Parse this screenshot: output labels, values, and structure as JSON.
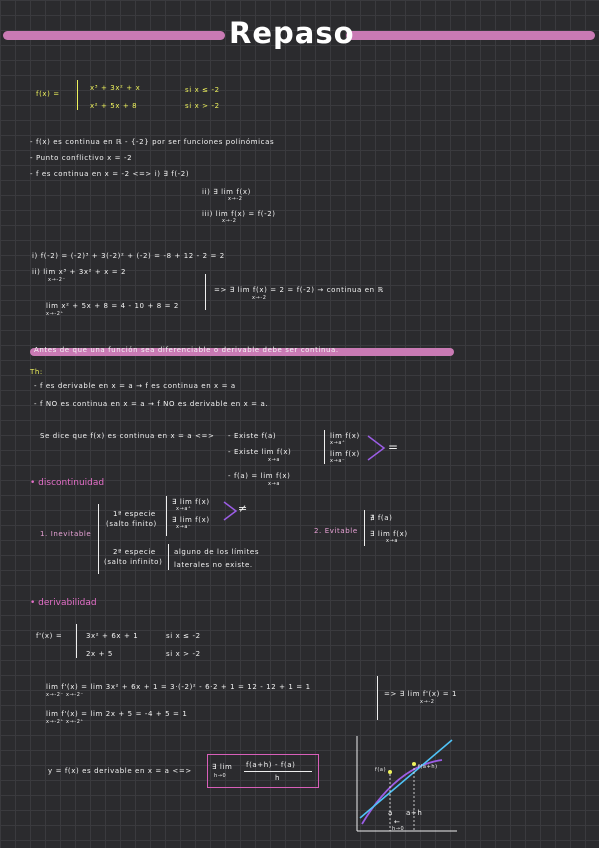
{
  "title": "Repaso",
  "func1": {
    "lhs": "f(x) =",
    "piece1_expr": "x³ + 3x² + x",
    "piece1_cond": "si x ≤ -2",
    "piece2_expr": "x² + 5x + 8",
    "piece2_cond": "si x > -2"
  },
  "bullets": [
    "- f(x) es continua en ℝ - {-2} por ser funciones polinómicas",
    "- Punto conflictivo   x = -2",
    "- f es continua en   x = -2  <=>  i) ∃ f(-2)"
  ],
  "conds": {
    "ii": "ii) ∃ lim f(x)",
    "ii_sub": "x→-2",
    "iii": "iii) lim f(x) = f(-2)",
    "iii_sub": "x→-2"
  },
  "calc": {
    "i": "i) f(-2) = (-2)³ + 3(-2)² + (-2) = -8 + 12 - 2 = 2",
    "ii": "ii) lim x³ + 3x² + x = 2",
    "ii_sub": "x→-2⁻",
    "ii_b": "lim x² + 5x + 8 = 4 - 10 + 8 = 2",
    "ii_b_sub": "x→-2⁺",
    "result": "=> ∃ lim f(x) = 2 = f(-2) → continua en ℝ",
    "result_sub": "x→-2"
  },
  "highlight": "Antes de que una función sea diferenciable o derivable debe ser continua.",
  "th": {
    "label": "Th:",
    "line1": "- f es derivable en x = a → f es continua en x = a",
    "line2": "- f NO es continua en x = a → f NO es derivable en x = a."
  },
  "def": {
    "lead": "Se dice que f(x) es continua en x = a  <=>",
    "c1": "- Existe f(a)",
    "c2": "- Existe lim f(x)",
    "c2_sub": "x→a",
    "c3": "- f(a) = lim f(x)",
    "c3_sub": "x→a",
    "side1": "lim f(x)",
    "side1_sub": "x→a⁺",
    "side2": "lim f(x)",
    "side2_sub": "x→a⁻",
    "eq": "="
  },
  "discontinuidad": {
    "heading": "• discontinuidad",
    "inevitable": "1. Inevitable",
    "esp1": "1ª especie",
    "esp1_sub": "(salto finito)",
    "esp1_r1": "∃ lim f(x)",
    "esp1_r1_sub": "x→a⁺",
    "esp1_r2": "∃ lim f(x)",
    "esp1_r2_sub": "x→a⁻",
    "neq": "≠",
    "esp2": "2ª especie",
    "esp2_sub": "(salto infinito)",
    "esp2_r1": "alguno de los límites",
    "esp2_r2": "laterales no existe.",
    "evitable": "2. Evitable",
    "ev_r1": "∄ f(a)",
    "ev_r2": "∃ lim f(x)",
    "ev_r2_sub": "x→a"
  },
  "derivabilidad": {
    "heading": "• derivabilidad",
    "lhs": "f'(x) =",
    "p1": "3x² + 6x + 1",
    "p1_cond": "si x ≤ -2",
    "p2": "2x + 5",
    "p2_cond": "si x > -2",
    "l1": "lim f'(x) = lim 3x² + 6x + 1 = 3·(-2)² - 6·2 + 1 = 12 - 12 + 1 = 1",
    "l1_sub": "x→-2⁻            x→-2⁻",
    "l2": "lim f'(x) = lim 2x + 5 = -4 + 5 = 1",
    "l2_sub": "x→-2⁺            x→-2⁺",
    "result": "=> ∃ lim f'(x) = 1",
    "result_sub": "x→-2"
  },
  "deriv_def": {
    "text": "y = f(x) es derivable en x = a <=>",
    "box_lim": "∃ lim",
    "box_sub": "h→0",
    "box_num": "f(a+h) - f(a)",
    "box_den": "h"
  },
  "graph": {
    "label_fa": "f(a)",
    "label_fah": "f(a+h)",
    "label_a": "a",
    "label_ah": "a+h",
    "label_arrow": "←",
    "label_h": "h→0",
    "colors": {
      "curve": "#9b5de5",
      "tangent": "#4fc3f7",
      "point": "#eef25c"
    }
  }
}
